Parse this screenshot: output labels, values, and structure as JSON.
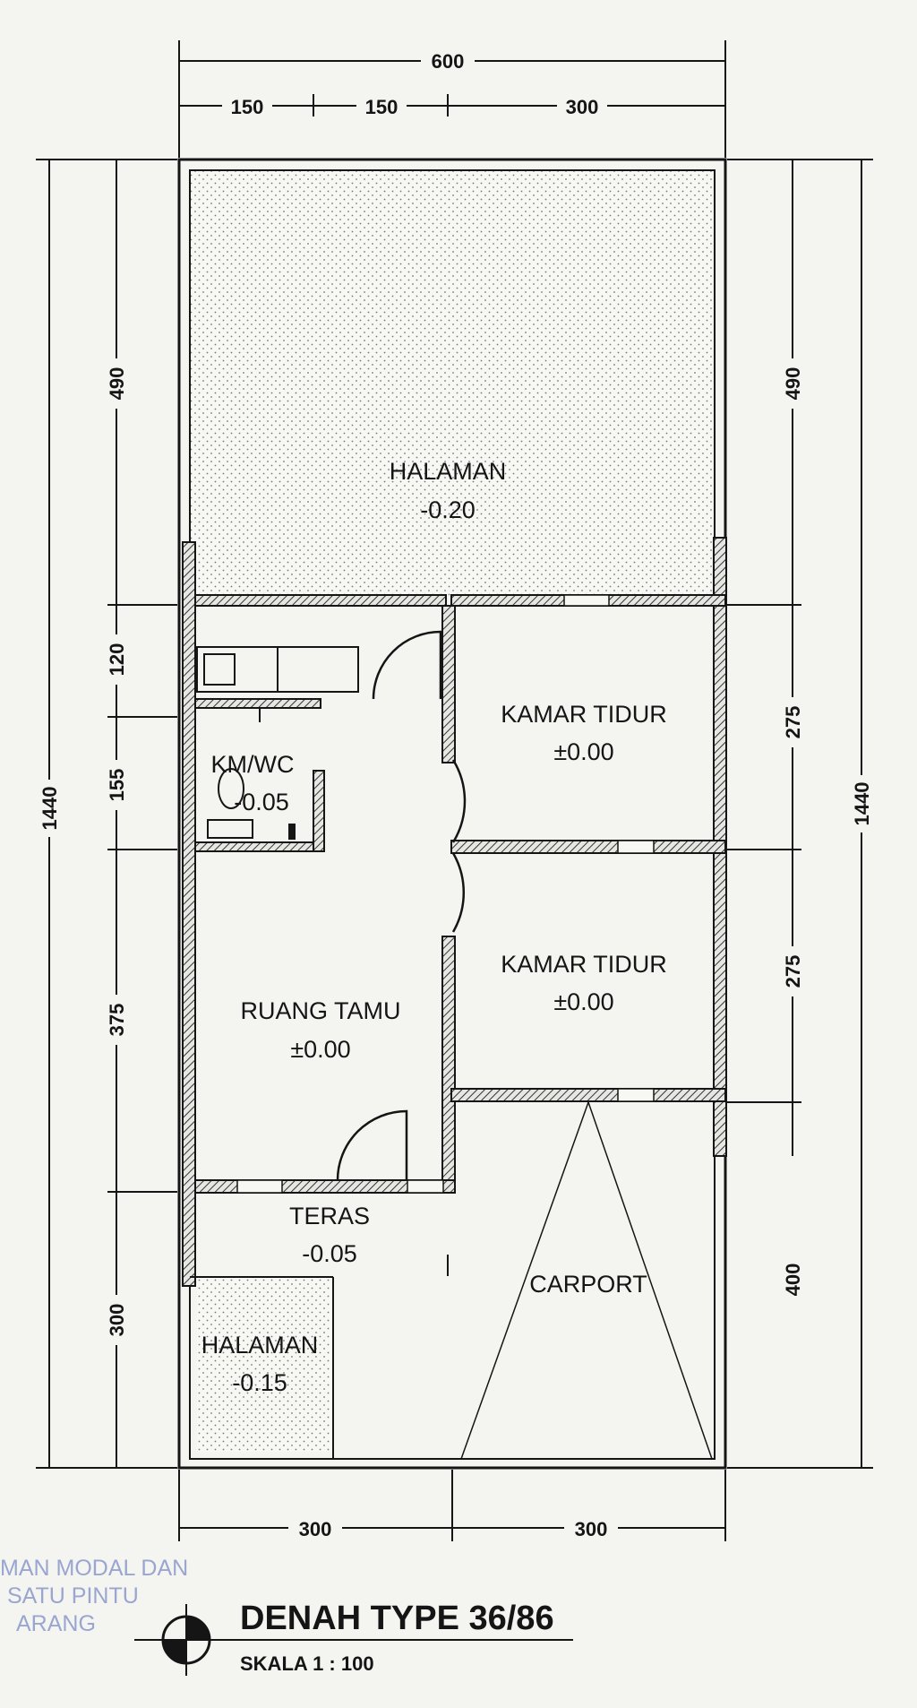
{
  "dimensions": {
    "top_total": "600",
    "top_segments": [
      "150",
      "150",
      "300"
    ],
    "left": [
      "1440",
      "490",
      "120",
      "155",
      "375",
      "300"
    ],
    "right": [
      "1440",
      "490",
      "275",
      "275",
      "400"
    ],
    "bottom": [
      "300",
      "300"
    ]
  },
  "rooms": {
    "halaman_back": {
      "name": "HALAMAN",
      "level": "-0.20"
    },
    "kamar_tidur_1": {
      "name": "KAMAR TIDUR",
      "level": "±0.00"
    },
    "kmwc": {
      "name": "KM/WC",
      "level": "-0.05"
    },
    "kamar_tidur_2": {
      "name": "KAMAR TIDUR",
      "level": "±0.00"
    },
    "ruang_tamu": {
      "name": "RUANG TAMU",
      "level": "±0.00"
    },
    "teras": {
      "name": "TERAS",
      "level": "-0.05"
    },
    "carport": {
      "name": "CARPORT"
    },
    "halaman_front": {
      "name": "HALAMAN",
      "level": "-0.15"
    }
  },
  "title": {
    "main": "DENAH TYPE 36/86",
    "scale": "SKALA 1 : 100"
  },
  "stamp": {
    "lines": [
      "MAN MODAL DAN",
      "SATU PINTU",
      "ARANG"
    ]
  },
  "colors": {
    "ink": "#151515",
    "paper": "#f4f4f1",
    "stamp": "#9aa6cf",
    "hatch": "#777777"
  }
}
